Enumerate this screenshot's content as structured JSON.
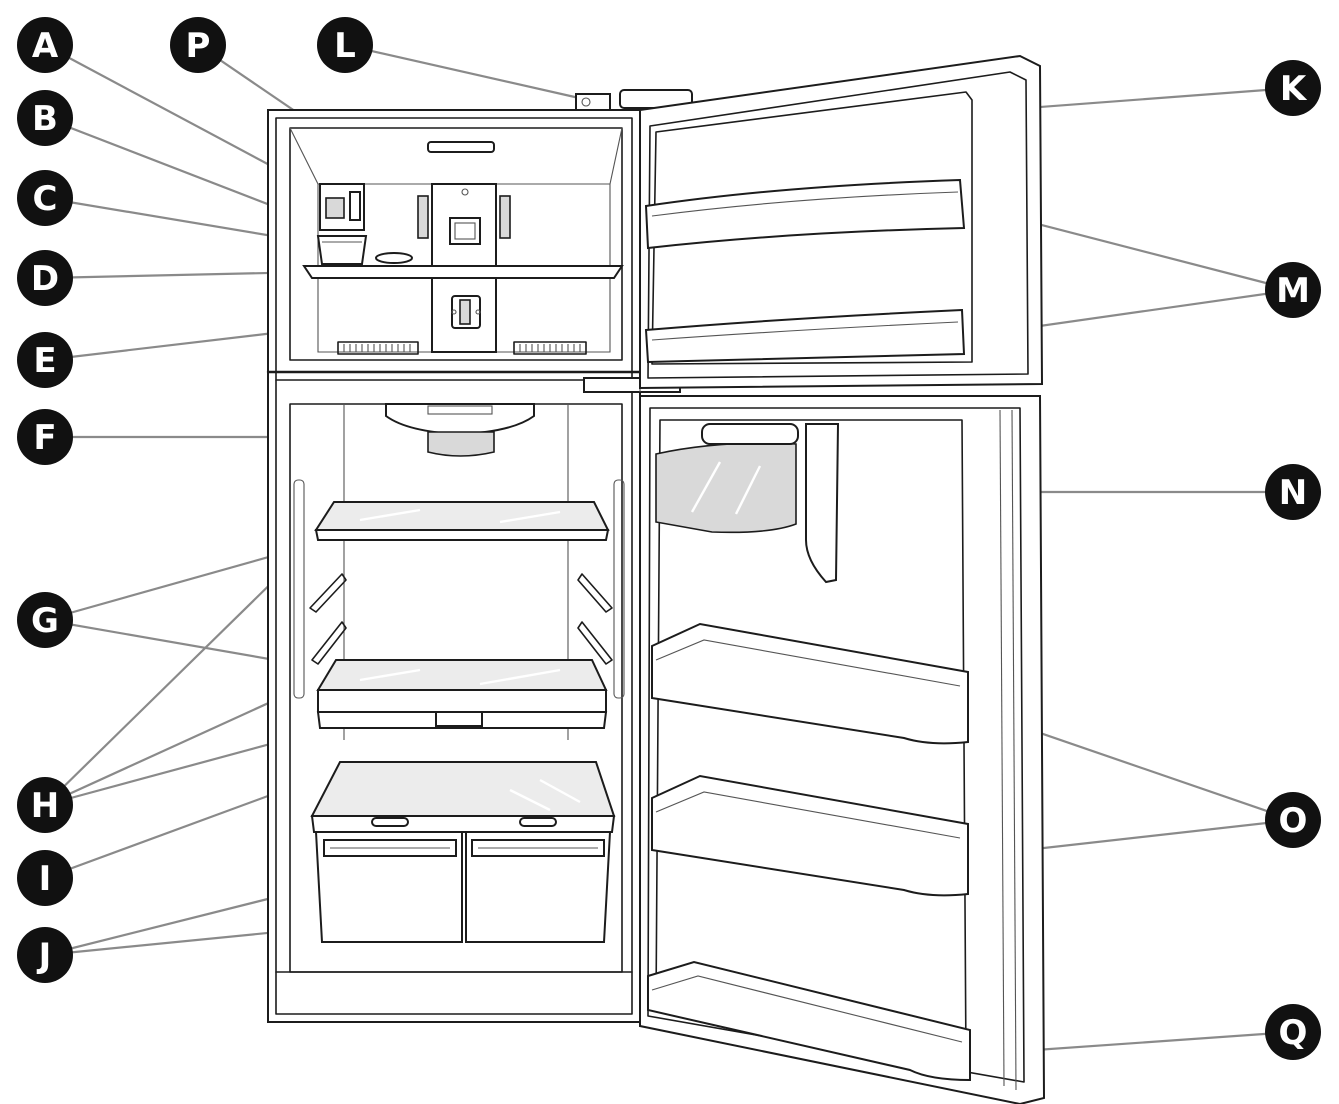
{
  "callouts": [
    {
      "id": "A",
      "label": "A"
    },
    {
      "id": "B",
      "label": "B"
    },
    {
      "id": "C",
      "label": "C"
    },
    {
      "id": "D",
      "label": "D"
    },
    {
      "id": "E",
      "label": "E"
    },
    {
      "id": "F",
      "label": "F"
    },
    {
      "id": "G",
      "label": "G"
    },
    {
      "id": "H",
      "label": "H"
    },
    {
      "id": "I",
      "label": "I"
    },
    {
      "id": "J",
      "label": "J"
    },
    {
      "id": "K",
      "label": "K"
    },
    {
      "id": "L",
      "label": "L"
    },
    {
      "id": "M",
      "label": "M"
    },
    {
      "id": "N",
      "label": "N"
    },
    {
      "id": "O",
      "label": "O"
    },
    {
      "id": "P",
      "label": "P"
    },
    {
      "id": "Q",
      "label": "Q"
    }
  ],
  "colors": {
    "outline": "#1c1c1c",
    "leader": "#8a8a8a",
    "bubble": "#111111",
    "bubble_text": "#ffffff"
  }
}
